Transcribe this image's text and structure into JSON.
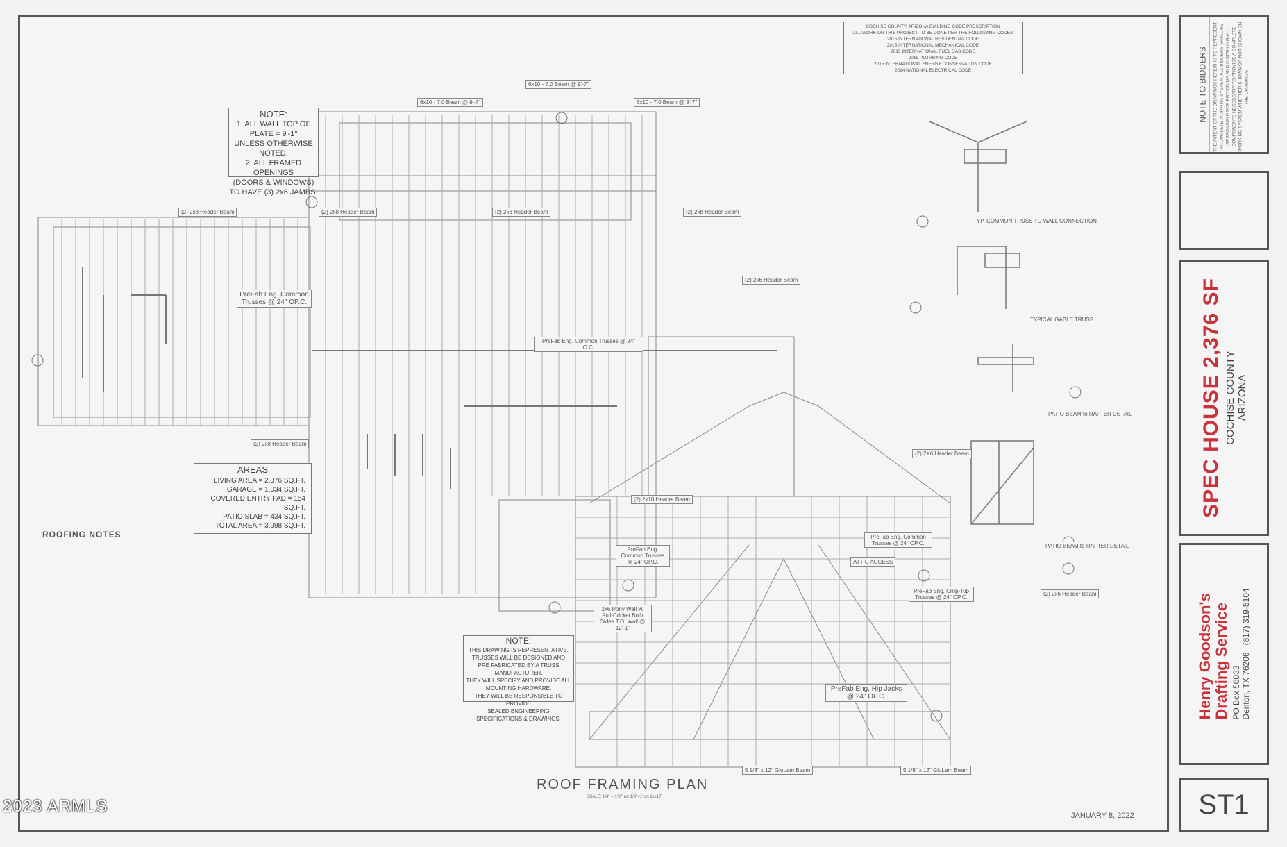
{
  "watermark": "2023 ARMLS",
  "sheet": {
    "title": "ROOF FRAMING PLAN",
    "scale": "SCALE: 1/4\" = 1'-0\" (or 1/8\"=1' on 11x17)",
    "date": "JANUARY 8, 2022"
  },
  "code_notes": {
    "lines": [
      "COCHISE COUNTY, ARIZONA BUILDING CODE PRESCRIPTION",
      "ALL WORK ON THIS PROJECT TO BE DONE PER THE FOLLOWING CODES",
      "2015 INTERNATIONAL RESIDENTIAL CODE",
      "2015 INTERNATIONAL MECHANICAL CODE",
      "2015 INTERNATIONAL FUEL GAS CODE",
      "2015 PLUMBING CODE",
      "2015 INTERNATIONAL ENERGY CONSERVATION CODE",
      "2014 NATIONAL ELECTRICAL CODE"
    ]
  },
  "note_top": {
    "heading": "NOTE:",
    "line1": "1. ALL WALL TOP OF PLATE = 9'-1\"",
    "line2": "UNLESS OTHERWISE NOTED.",
    "line3": "2. ALL FRAMED OPENINGS",
    "line4": "(DOORS & WINDOWS)",
    "line5": "TO HAVE (3) 2x6 JAMBS."
  },
  "areas": {
    "heading": "AREAS",
    "rows": [
      {
        "label": "LIVING AREA =",
        "value": "2,376 SQ.FT."
      },
      {
        "label": "GARAGE =",
        "value": "1,034 SQ.FT."
      },
      {
        "label": "COVERED ENTRY PAD =",
        "value": "154 SQ.FT."
      },
      {
        "label": "PATIO SLAB =",
        "value": "434 SQ.FT."
      },
      {
        "label": "TOTAL AREA =",
        "value": "3,998 SQ.FT."
      }
    ]
  },
  "roofing_notes": {
    "heading": "ROOFING NOTES"
  },
  "note_bottom": {
    "heading": "NOTE:",
    "line1": "THIS DRAWING IS REPRESENTATIVE.",
    "line2": "TRUSSES WILL BE DESIGNED AND",
    "line3": "PRE FABRICATED BY A TRUSS MANUFACTURER.",
    "line4": "THEY WILL SPECIFY AND PROVIDE ALL",
    "line5": "MOUNTING HARDWARE.",
    "line6": "THEY WILL BE RESPONSIBLE TO PROVIDE",
    "line7": "SEALED ENGINEERING SPECIFICATIONS & DRAWINGS."
  },
  "plan_labels": {
    "trusses_left": "PreFab Eng. Common Trusses @ 24\" OP.C.",
    "trusses_center": "PreFab Eng. Common Trusses @ 24\" O.C.",
    "trusses_garage": "PreFab Eng. Common Trusses @ 24\" OP.C.",
    "trusses_small": "PreFab Eng. Common Trusses @ 24\" OP.C.",
    "croptop": "PreFab Eng. Crop-Top Trusses @ 24\" OP.C.",
    "hip_jacks": "PreFab Eng. Hip Jacks @ 24\" OP.C.",
    "header_1": "(2) 2x8 Header Beam",
    "header_2": "(2) 2x8 Header Beam",
    "header_3": "(2) 2x8 Header Beam",
    "header_4": "(2) 2x8 Header Beam",
    "header_5": "(2) 2x6 Header Beam",
    "header_6": "(2) 2X6 Header Beam",
    "header_7": "(2) 2x6 Header Beam",
    "header_8": "(2) 2x8 Header Beam",
    "header_9": "(2) 2x10 Header Beam",
    "beam_1": "6x10 - 7.0 Beam @ 9'-7\"",
    "beam_2": "6x10 - 7.0 Beam @ 9'-7\"",
    "beam_3": "6x10 - 7.0 Beam @ 9'-7\"",
    "glulam_1": "5 1/8\" x 12\" GluLam Beam",
    "glulam_2": "5 1/8\" x 12\" GluLam Beam",
    "attic": "ATTIC ACCESS",
    "pony_wall": "2x6 Pony Wall w/ Full-Cricket Both Sides T.O. Wall @ 12'-1\""
  },
  "details": {
    "d1": "TYP. COMMON TRUSS TO WALL CONNECTION",
    "d2": "TYPICAL GABLE TRUSS",
    "d3": "PATIO BEAM to RAFTER DETAIL",
    "d4": "PATIO BEAM to RAFTER DETAIL"
  },
  "title_block": {
    "note_heading": "NOTE TO BIDDERS",
    "note_body": "THE INTENT OF THE DRAWINGS HEREIN IS TO REPRESENT A COMPLETE WORKING SYSTEM. ALL BIDDERS SHALL BE RESPONSIBLE FOR PROVIDING AND INSTALLING ALL COMPONENTS NECESSARY TO PROVIDE A COMPLETE WORKING SYSTEM WHETHER SHOWN OR NOT SHOWN ON THE DRAWINGS.",
    "project_title": "SPEC HOUSE 2,376 SF",
    "county": "COCHISE COUNTY",
    "state": "ARIZONA",
    "company_line1": "Henry Goodson's",
    "company_line2": "Drafting Service",
    "po_box": "PO Box 50033",
    "city": "Denton, TX 76206",
    "phone": "(817) 319-5104",
    "sheet_number": "ST1"
  },
  "colors": {
    "accent_red": "#c8323a",
    "line_gray": "#777777",
    "border_dark": "#555555"
  }
}
